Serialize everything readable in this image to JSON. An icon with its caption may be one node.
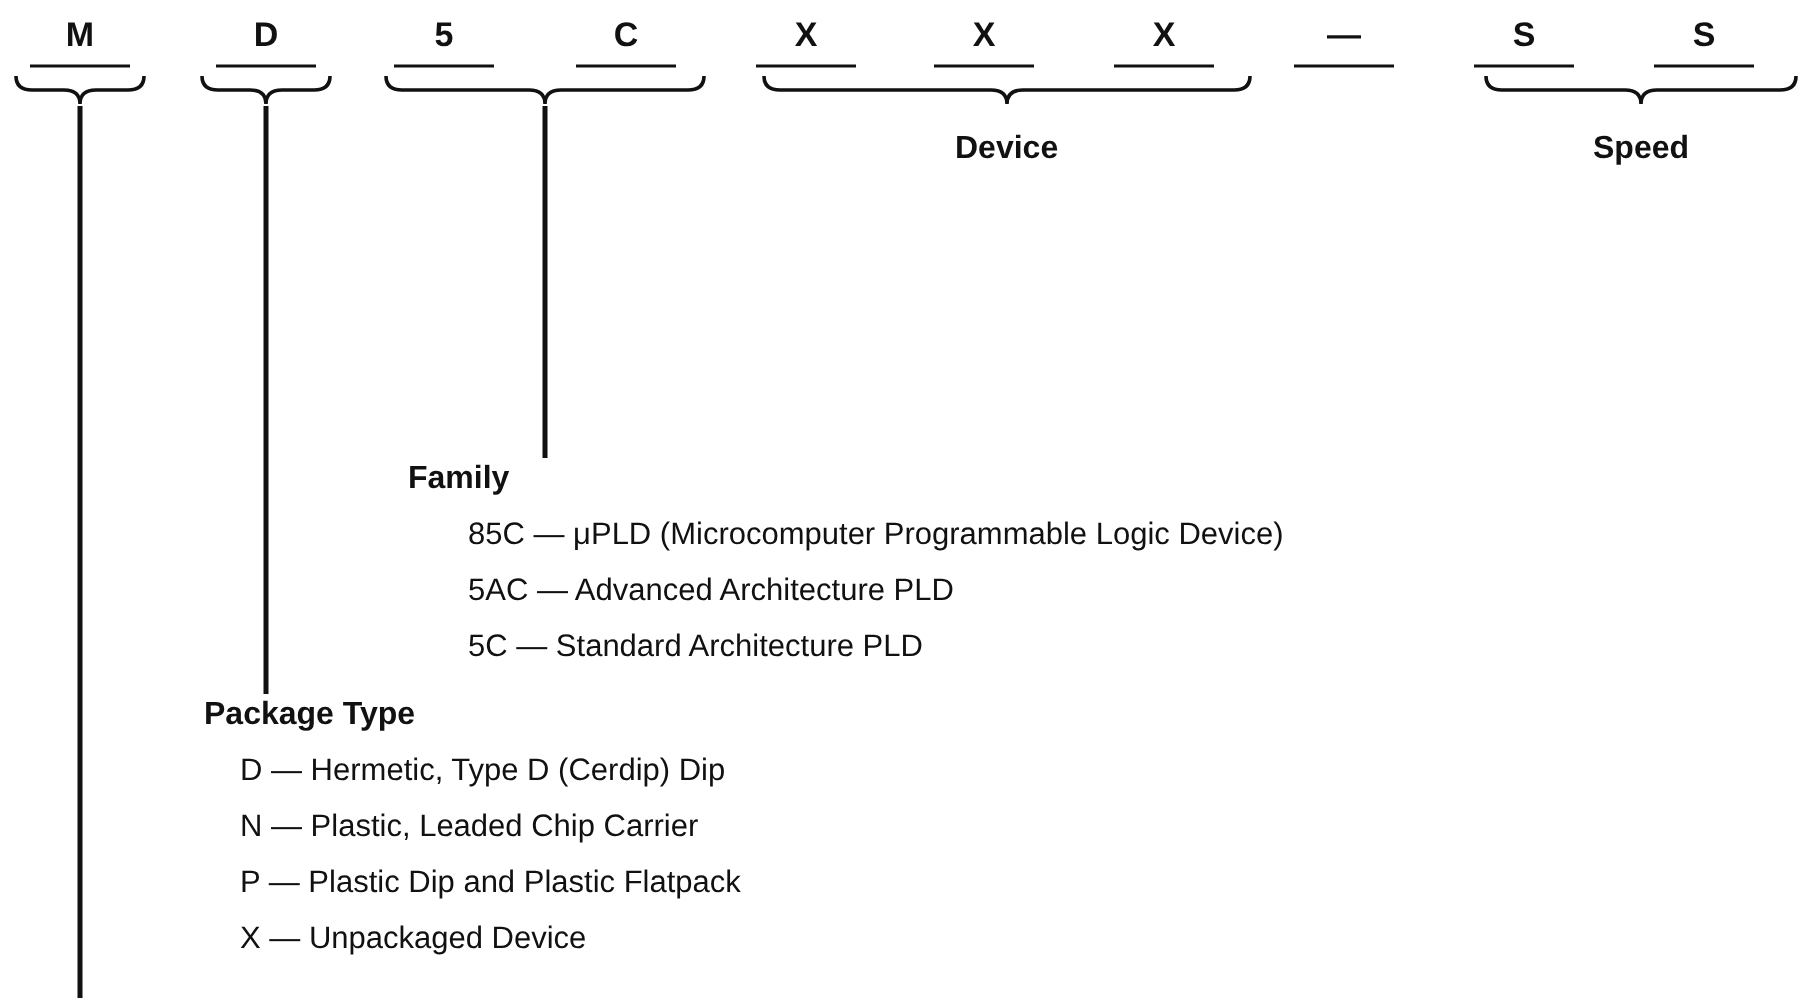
{
  "diagram": {
    "nodes": [
      {
        "text": [],
        "shape": "bracket"
      },
      {
        "text": [],
        "shape": "bracket"
      },
      {
        "text": [],
        "shape": "bracket"
      },
      {
        "text": [],
        "shape": "bracket",
        "beside": [
          "Device"
        ]
      },
      {
        "text": [],
        "shape": "bracket",
        "beside": [
          "Speed"
        ]
      },
      {
        "text": [
          "Family",
          "85C — μPLD (Microcomputer Programmable Logic Device)",
          "5AC — Advanced Architecture PLD",
          "5C — Standard Architecture PLD"
        ]
      },
      {
        "text": [
          "Package Type",
          "D — Hermetic, Type D (Cerdip) Dip",
          "N — Plastic, Leaded Chip Carrier",
          "P — Plastic Dip and Plastic Flatpack",
          "X — Unpackaged Device"
        ]
      }
    ],
    "edges": [
      {
        "from": 2,
        "to": 5,
        "arrow": "none"
      },
      {
        "from": 1,
        "to": 6,
        "arrow": "none"
      },
      {
        "from": 0,
        "to": null,
        "arrow": "none"
      }
    ],
    "labels": [
      "M",
      "D",
      "5",
      "C",
      "X",
      "X",
      "X",
      "—",
      "S",
      "S"
    ]
  }
}
